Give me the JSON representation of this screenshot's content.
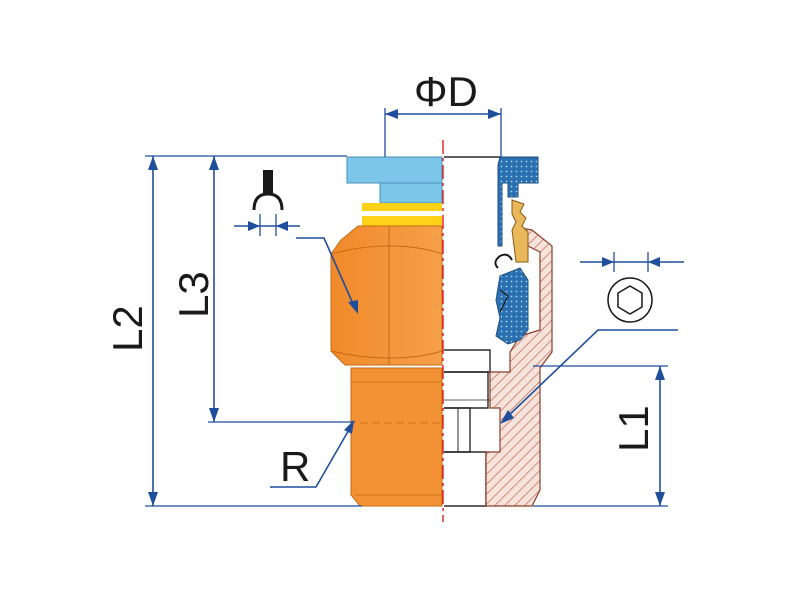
{
  "labels": {
    "diameter": "ΦD",
    "l1": "L1",
    "l2": "L2",
    "l3": "L3",
    "thread": "R"
  },
  "colors": {
    "dimension": "#1f4e9c",
    "collet_blue": "#7cc6ea",
    "ring_yellow": "#ffd21a",
    "body_orange": "#f39235",
    "section_hatch": "#c8735e",
    "centerline_red": "#e02020"
  },
  "icons": {
    "tube_symbol": "tube-end-icon",
    "hex_symbol": "hex-socket-icon"
  }
}
